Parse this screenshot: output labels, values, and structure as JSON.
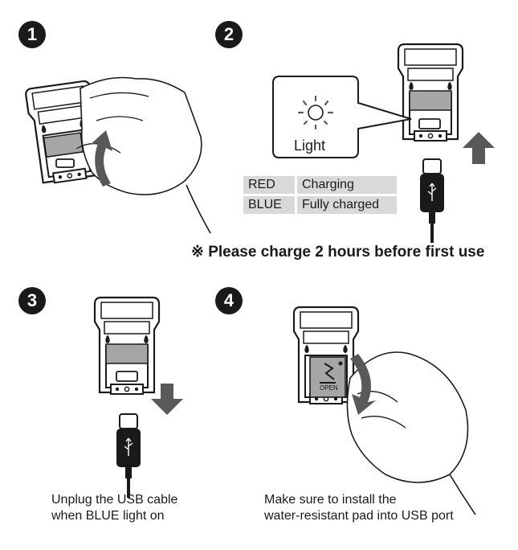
{
  "steps": [
    {
      "number": "1"
    },
    {
      "number": "2"
    },
    {
      "number": "3"
    },
    {
      "number": "4"
    }
  ],
  "light_label": "Light",
  "led_table": [
    {
      "color": "RED",
      "status": "Charging"
    },
    {
      "color": "BLUE",
      "status": "Fully charged"
    }
  ],
  "notice": "※ Please charge 2 hours before first use",
  "captions": {
    "step3_line1": "Unplug the USB cable",
    "step3_line2": "when BLUE light on",
    "step4_line1": "Make sure to install the",
    "step4_line2": "water-resistant pad into USB port"
  },
  "pad_label": "OPEN",
  "colors": {
    "ink": "#1a1a1a",
    "arrow": "#595959",
    "panel": "#d9d9d9",
    "pad": "#a6a6a6"
  }
}
